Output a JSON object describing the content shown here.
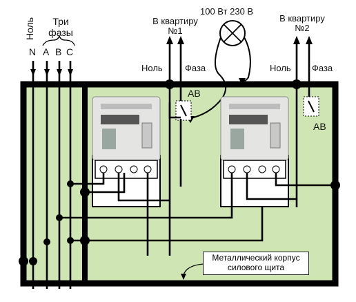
{
  "labels": {
    "neutral_vertical": "Ноль",
    "three_phases_line1": "Три",
    "three_phases_line2": "фазы",
    "phase_n": "N",
    "phase_a": "A",
    "phase_b": "B",
    "phase_c": "C",
    "lamp": "100 Вт 230 В",
    "apt1_line1": "В квартиру",
    "apt1_line2": "№1",
    "apt2_line1": "В квартиру",
    "apt2_line2": "№2",
    "apt1_neutral": "Ноль",
    "apt1_phase": "Фаза",
    "apt2_neutral": "Ноль",
    "apt2_phase": "Фаза",
    "breaker1": "АВ",
    "breaker2": "АВ",
    "housing_line1": "Металлический корпус",
    "housing_line2": "силового щита"
  },
  "colors": {
    "panel_fill": "#cfe6b4",
    "wire": "#000000",
    "meter_body": "#e4e4e2"
  }
}
